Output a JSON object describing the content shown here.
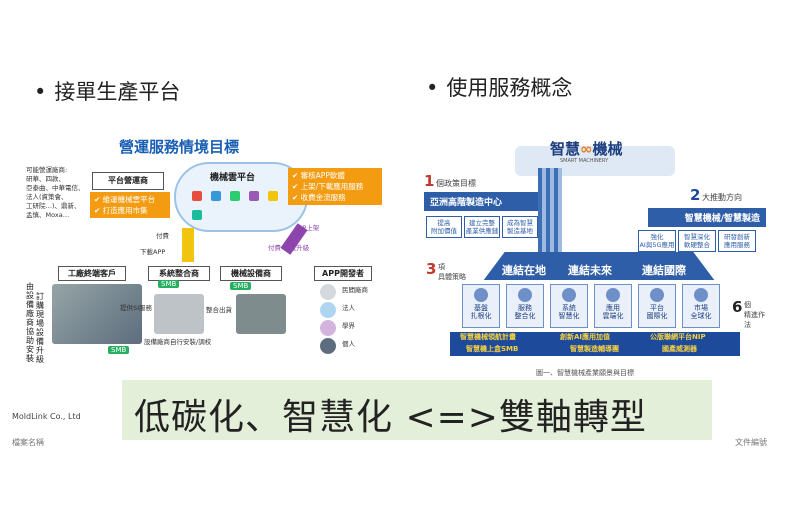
{
  "bullets": {
    "left": "接單生產平台",
    "right": "使用服務概念"
  },
  "left_figure": {
    "title": "營運服務情境目標",
    "side_note": "可能營運廠商:\n研華、四款、\n亞泰曲、中華電信、\n法人(資策會、\n工研院…)、鼎新、\n孟慎、Moxa…",
    "platform_box": "平台營運商",
    "cloud_label": "機械雲平台",
    "orange_left": [
      "✔ 維運機械雲平台",
      "✔ 打造應用市集"
    ],
    "orange_right": [
      "✔ 審核APP軟體",
      "✔ 上架/下載應用服務",
      "✔ 收費金流服務"
    ],
    "arrow_left_top": "付費",
    "arrow_left_bottom": "下載APP",
    "arrow_right_top": "APP上架",
    "arrow_right_bottom": "付費 下載升級",
    "roles": [
      "工廠終端客戶",
      "系統整合商",
      "機械設備商",
      "APP開發者"
    ],
    "smb_label": "SMB",
    "dev_list": [
      "民間廠商",
      "法人",
      "學界",
      "個人"
    ],
    "left_vertical": [
      "由",
      "設",
      "備",
      "廠",
      "商",
      "協",
      "助",
      "安",
      "裝",
      "、",
      "運",
      "轉"
    ],
    "left_vertical_2": [
      "訂",
      "購",
      "現",
      "場",
      "設",
      "備",
      "升",
      "級"
    ],
    "flow_1": "提供SI服務",
    "flow_2": "整合出貨",
    "flow_3": "設備廠商自行安裝/調校"
  },
  "right_figure": {
    "logo_text": "智慧",
    "logo_text_2": "機械",
    "logo_sub": "SMART MACHINERY",
    "n1": "1",
    "n1_label": "個政策目標",
    "target": "亞洲高階製造中心",
    "target_boxes": [
      "提高\n附加價值",
      "建立完整\n產業供應鏈",
      "成為智慧\n製造基地"
    ],
    "n2": "2",
    "n2_label": "大推動方向",
    "direction": "智慧機械/智慧製造",
    "direction_boxes": [
      "強化\nAI與5G應用",
      "智慧深化\n軟硬整合",
      "研發創新\n應用服務"
    ],
    "n3": "3",
    "n3_label": "項\n具體策略",
    "strategies": [
      "連結在地",
      "連結未來",
      "連結國際"
    ],
    "pillars": [
      "基盤\n扎根化",
      "服務\n整合化",
      "系統\n智慧化",
      "應用\n雲端化",
      "平台\n國際化",
      "市場\n全球化"
    ],
    "n6": "6",
    "n6_label": "個\n精進作法",
    "base_rows": [
      "智慧機械領航計畫",
      "創新AI應用加值",
      "公版聯網平台NIP",
      "智慧機上盒SMB",
      "智慧製造輔導團",
      "國產威測器"
    ],
    "caption": "圖一、智慧機械產業願景與目標"
  },
  "banner": "低碳化、智慧化 <=>雙軸轉型",
  "footer": {
    "company": "MoldLink Co., Ltd",
    "left": "檔案名稱",
    "right": "文件編號"
  },
  "colors": {
    "accent_blue": "#1a5fb4",
    "orange": "#f39c12",
    "navy": "#1e4a9c",
    "banner_bg": "#e3efd9"
  }
}
